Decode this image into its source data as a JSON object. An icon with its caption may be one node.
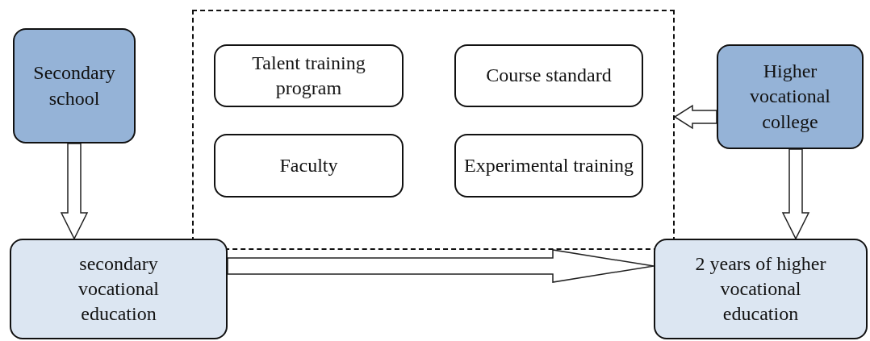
{
  "diagram": {
    "nodes": [
      {
        "text": [
          "Secondary school"
        ]
      },
      {
        "text": [
          "Higher vocational college"
        ]
      },
      {
        "text": [],
        "shape": "box"
      },
      {
        "text": [
          "Talent training program"
        ],
        "in": 2
      },
      {
        "text": [
          "Course standard"
        ],
        "in": 2
      },
      {
        "text": [
          "Faculty"
        ],
        "in": 2
      },
      {
        "text": [
          "Experimental training"
        ],
        "in": 2
      },
      {
        "text": [
          "secondary vocational education"
        ]
      },
      {
        "text": [
          "2 years of higher vocational education"
        ]
      }
    ],
    "edges": [
      {
        "from": 0,
        "to": 7,
        "arrow": "to"
      },
      {
        "from": 1,
        "to": 2,
        "arrow": "to"
      },
      {
        "from": 1,
        "to": 8,
        "arrow": "to"
      },
      {
        "from": 7,
        "to": 8,
        "arrow": "to"
      }
    ]
  }
}
